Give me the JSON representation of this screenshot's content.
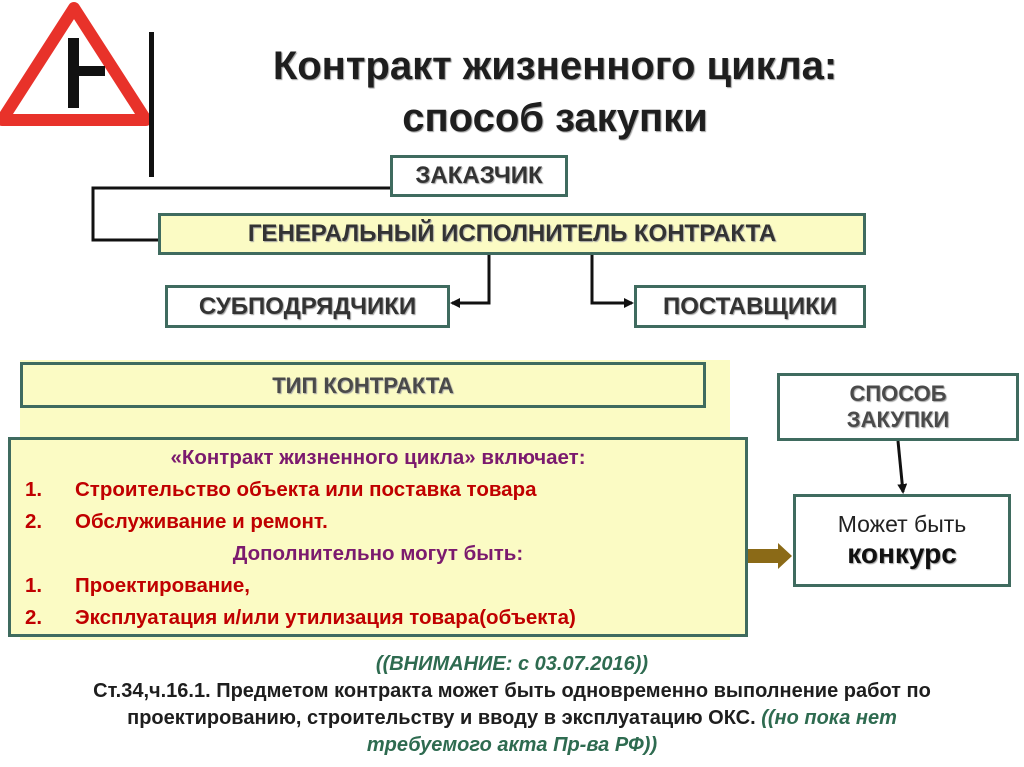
{
  "title": {
    "line1": "Контракт жизненного цикла:",
    "line2": "способ закупки"
  },
  "org": {
    "customer": "ЗАКАЗЧИК",
    "general_contractor": "ГЕНЕРАЛЬНЫЙ ИСПОЛНИТЕЛЬ КОНТРАКТА",
    "subcontractors": "СУБПОДРЯДЧИКИ",
    "suppliers": "ПОСТАВЩИКИ"
  },
  "contract_type": {
    "label": "ТИП КОНТРАКТА",
    "includes_heading": "«Контракт жизненного цикла» включает:",
    "includes": [
      {
        "num": "1.",
        "text": "Строительство объекта  или поставка товара"
      },
      {
        "num": "2.",
        "text": "Обслуживание и ремонт."
      }
    ],
    "optional_heading": "Дополнительно могут быть:",
    "optional": [
      {
        "num": "1.",
        "text": "Проектирование,"
      },
      {
        "num": "2.",
        "text": "Эксплуатация и/или утилизация товара(объекта)"
      }
    ]
  },
  "procurement": {
    "label_line1": "СПОСОБ",
    "label_line2": "ЗАКУПКИ",
    "result_line1": "Может быть",
    "result_line2": "конкурс"
  },
  "note": {
    "attention": "((ВНИМАНИЕ: с 03.07.2016))",
    "line1": "Ст.34,ч.16.1. Предметом контракта может быть одновременно выполнение работ по",
    "line2_text": "проектированию, строительству и вводу в эксплуатацию ОКС.",
    "line2_italic": "((но пока нет",
    "line3_italic": "требуемого акта Пр-ва РФ))"
  },
  "icons": {
    "sign": "warning-triangle-junction-icon",
    "arrow": "thick-arrow-right-icon"
  },
  "colors": {
    "box_border": "#3f6b5f",
    "yellow": "#fbfbc4",
    "sign_red": "#e8322a",
    "purple": "#7b1a6e",
    "red_text": "#c00000",
    "green_italic": "#2e6b50",
    "arrow_fill": "#8b6a17"
  }
}
